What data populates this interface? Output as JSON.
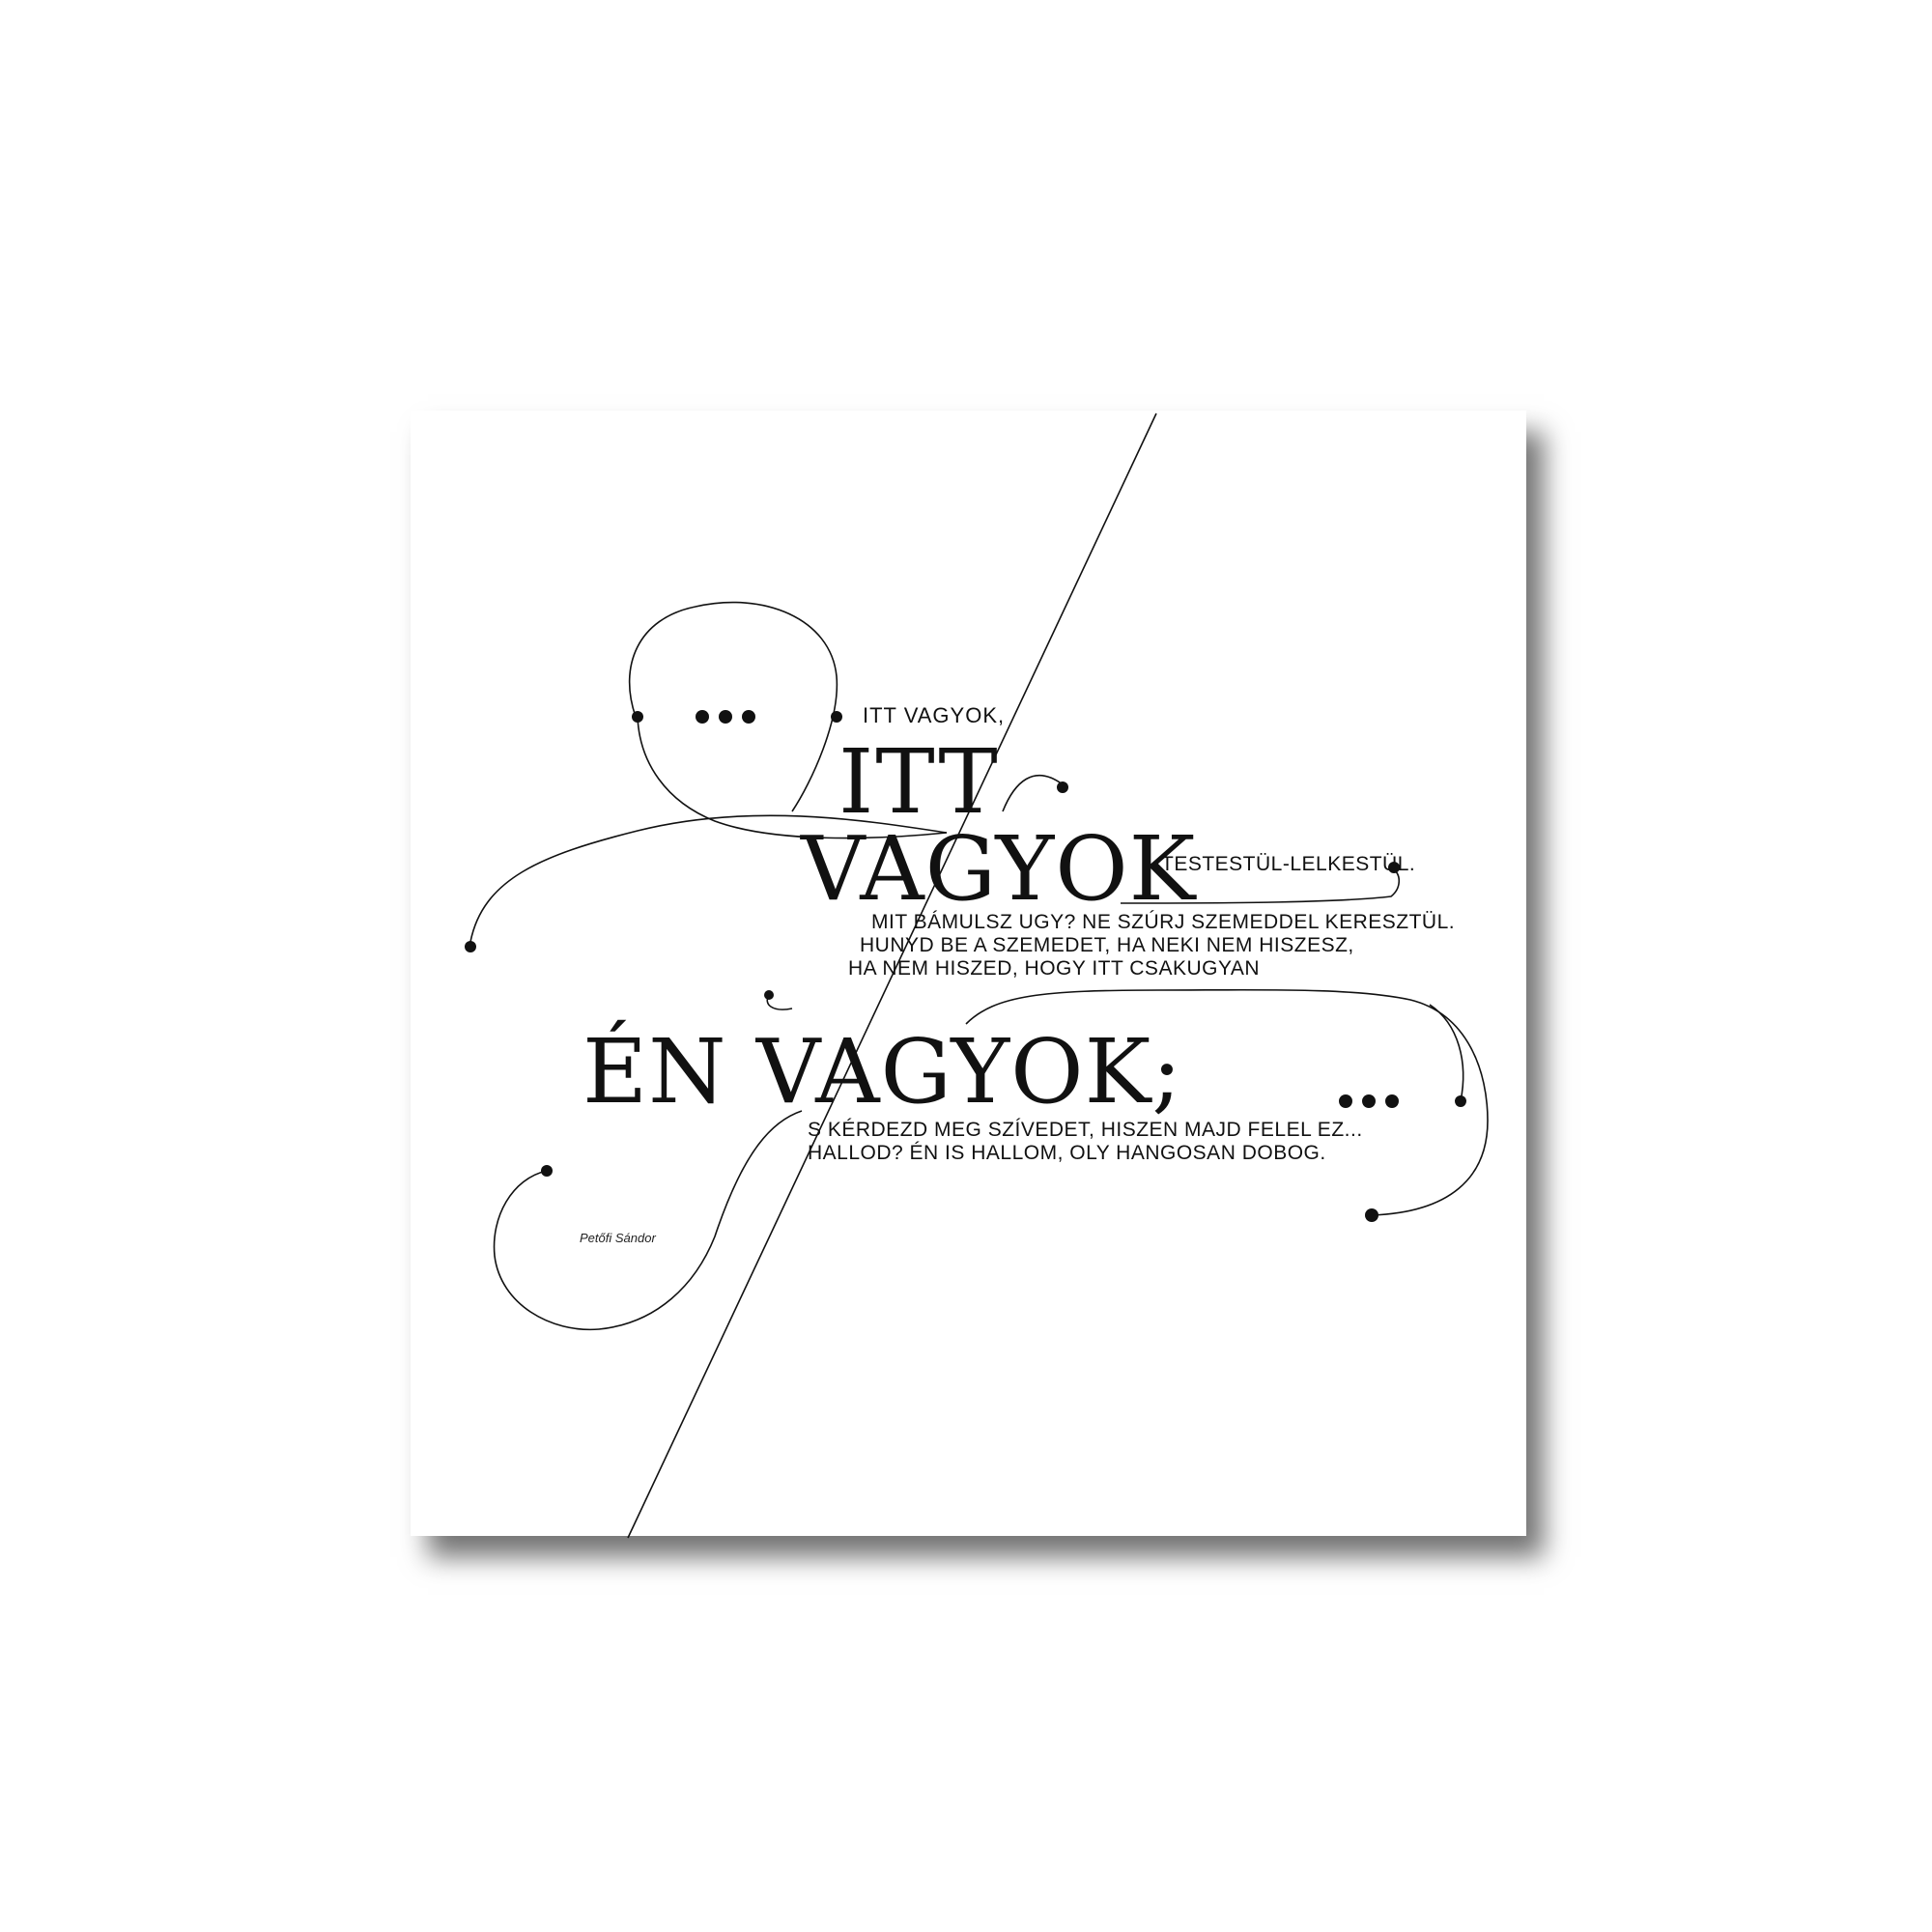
{
  "poem": {
    "intro_line": "ITT VAGYOK,",
    "headline_itt": "ITT",
    "headline_vagyok": "VAGYOK",
    "testestul": "TESTESTÜL-LELKESTÜL.",
    "stanza1": [
      "MIT BÁMULSZ UGY? NE SZÚRJ SZEMEDDEL KERESZTÜL.",
      "HUNYD BE A SZEMEDET, HA NEKI NEM HISZESZ,",
      "HA NEM HISZED, HOGY ITT CSAKUGYAN"
    ],
    "headline_en_vagyok": "ÉN VAGYOK;",
    "stanza2": [
      "S KÉRDEZD MEG SZÍVEDET, HISZEN MAJD FELEL EZ...",
      "HALLOD? ÉN IS HALLOM, OLY HANGOSAN DOBOG."
    ],
    "author": "Petőfi Sándor"
  },
  "colors": {
    "ink": "#111111",
    "paper": "#ffffff"
  }
}
